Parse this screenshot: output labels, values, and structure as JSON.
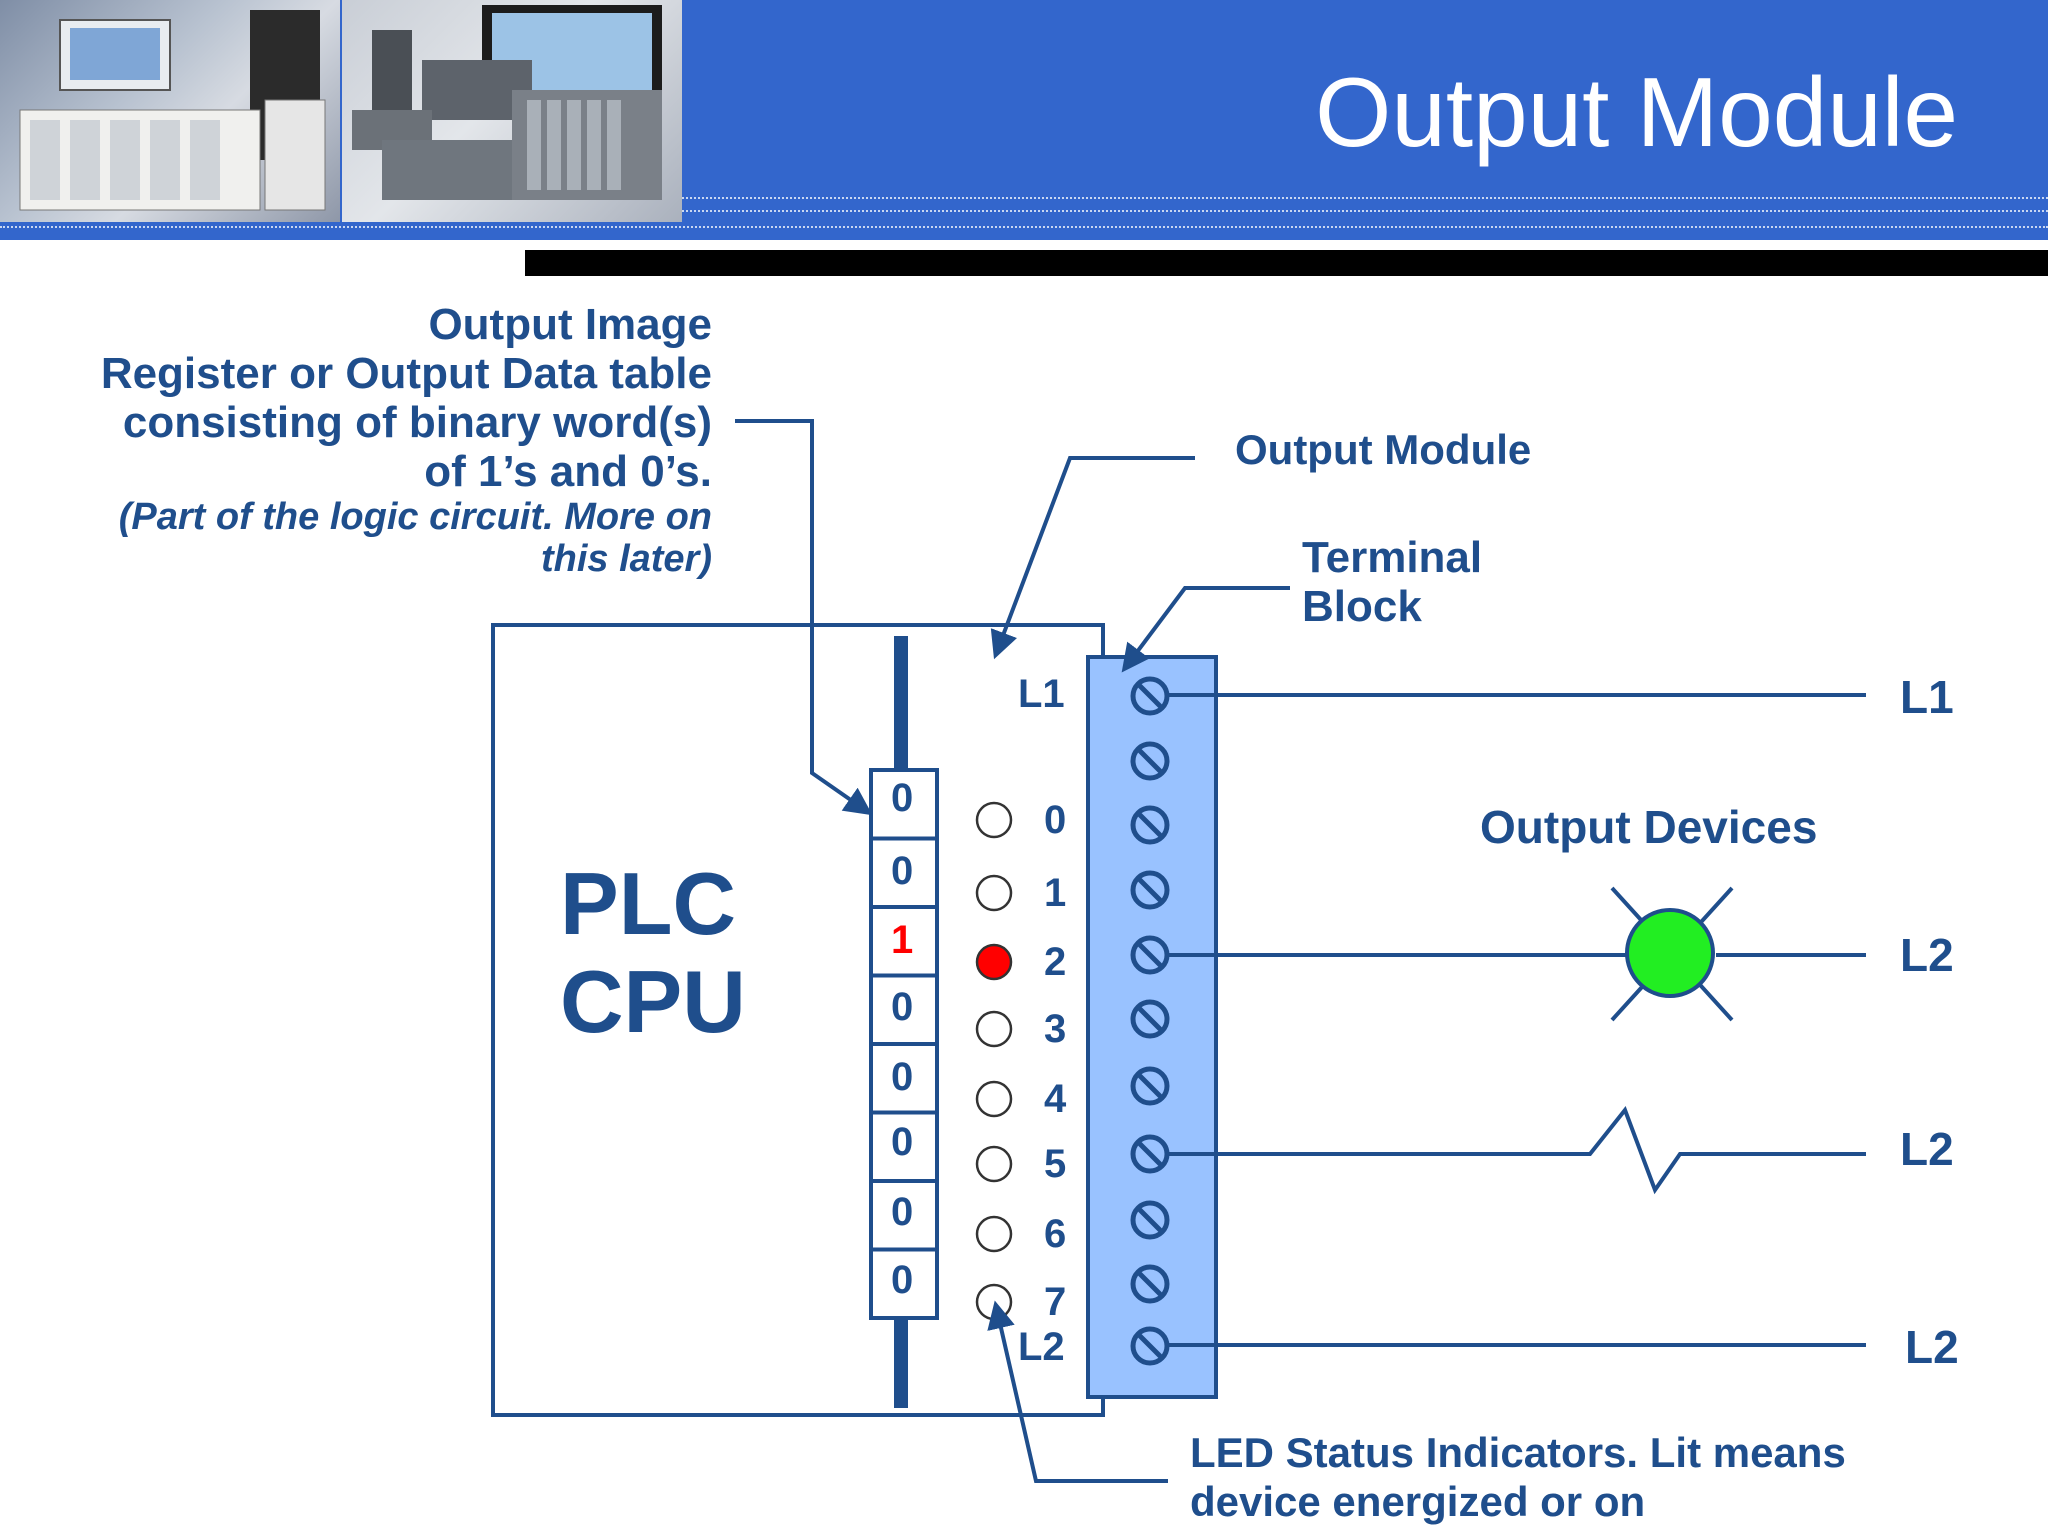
{
  "slide": {
    "title": "Output Module",
    "colors": {
      "header": "#3366cc",
      "diagram": "#1f4e8c",
      "terminal_block": "#99c2ff",
      "led_on": "#ff0000",
      "device_lamp": "#22ee22"
    }
  },
  "annotations": {
    "image_register": {
      "lines": [
        "Output Image",
        "Register or Output Data table",
        "consisting of binary word(s)",
        "of 1’s and 0’s."
      ],
      "note_lines": [
        "(Part of the logic circuit. More on",
        "this later)"
      ]
    },
    "output_module": "Output Module",
    "terminal_block": [
      "Terminal",
      "Block"
    ],
    "output_devices": "Output Devices",
    "led_indicators": [
      "LED Status Indicators. Lit means",
      "device energized or on"
    ]
  },
  "plc": {
    "lines": [
      "PLC",
      "CPU"
    ]
  },
  "register_bits": [
    "0",
    "0",
    "1",
    "0",
    "0",
    "0",
    "0",
    "0"
  ],
  "led_states": [
    false,
    false,
    true,
    false,
    false,
    false,
    false,
    false
  ],
  "output_numbers": [
    "0",
    "1",
    "2",
    "3",
    "4",
    "5",
    "6",
    "7"
  ],
  "module_terminals": {
    "top": "L1",
    "bottom": "L2"
  },
  "line_labels": [
    "L1",
    "L2",
    "L2",
    "L2"
  ]
}
